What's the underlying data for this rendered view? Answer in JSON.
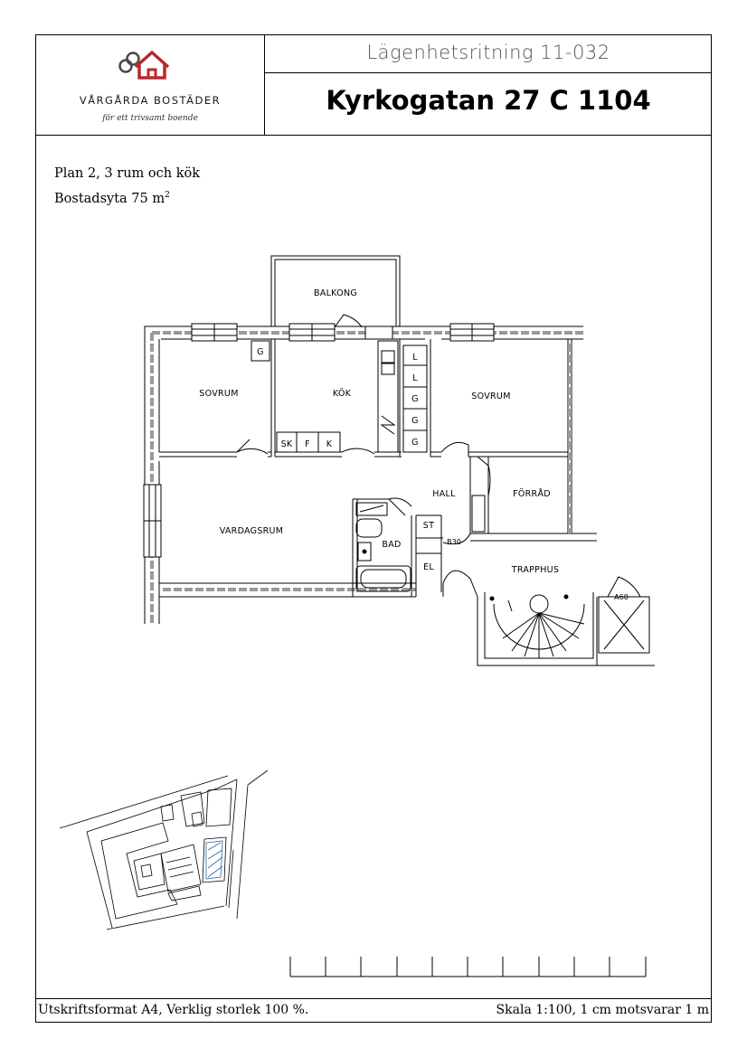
{
  "brand": {
    "name": "VÅRGÅRDA BOSTÄDER",
    "tagline": "för ett trivsamt boende"
  },
  "header": {
    "doc_title": "Lägenhetsritning 11-032",
    "address": "Kyrkogatan 27 C 1104"
  },
  "info": {
    "plan": "Plan 2, 3 rum och kök",
    "area_label": "Bostadsyta 75 m",
    "area_sup": "2"
  },
  "rooms": {
    "balcony": "BALKONG",
    "bedroom_left": "SOVRUM",
    "kitchen": "KÖK",
    "bedroom_right": "SOVRUM",
    "living": "VARDAGSRUM",
    "hall": "HALL",
    "storage": "FÖRRÅD",
    "bath": "BAD",
    "stairwell": "TRAPPHUS"
  },
  "fixtures": {
    "g_left": "G",
    "sk": "SK",
    "f": "F",
    "k": "K",
    "closets": [
      "L",
      "L",
      "G",
      "G",
      "G"
    ],
    "st": "ST",
    "el": "EL",
    "b30": "B30",
    "a60": "A60"
  },
  "footer": {
    "format": "Utskriftsformat A4, Verklig storlek 100 %.",
    "scale": "Skala 1:100, 1 cm motsvarar 1 m"
  },
  "colors": {
    "logo_red": "#b8282f",
    "logo_gray": "#4a4a4a",
    "wall_dash": "#9a9a9a"
  }
}
